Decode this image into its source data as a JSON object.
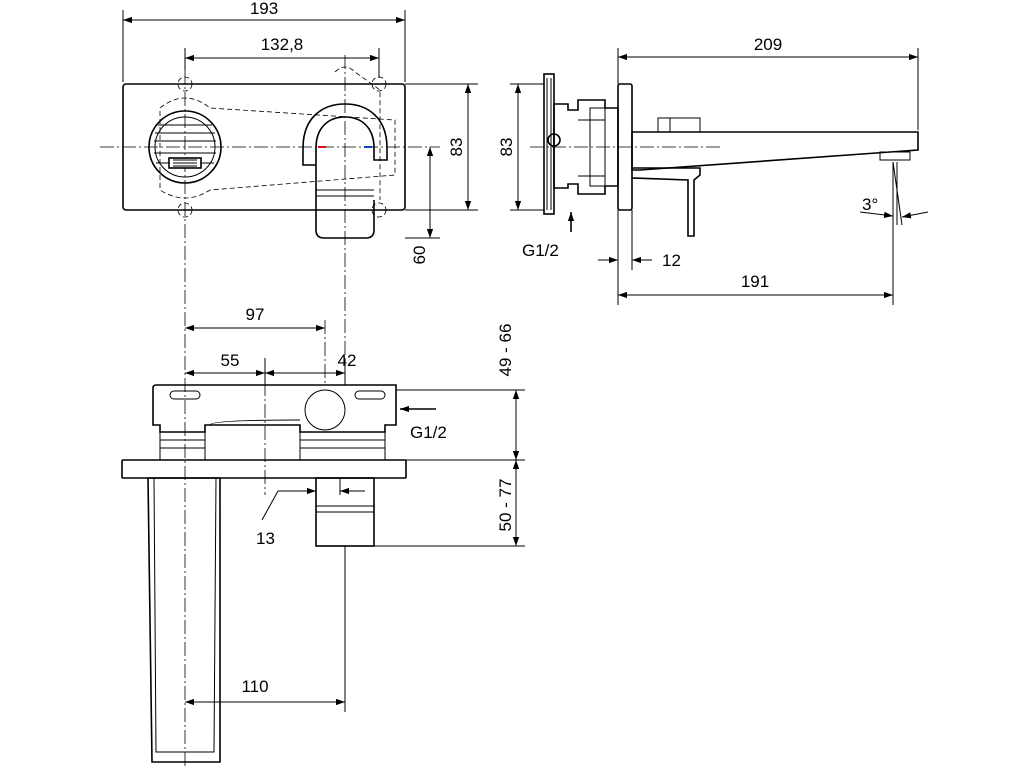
{
  "dimensions": {
    "front_width": "193",
    "holes_spacing": "132,8",
    "front_height": "83",
    "lever_height": "60",
    "side_plate_height": "83",
    "spout_length": "209",
    "spout_projection": "191",
    "wall_gap": "12",
    "angle": "3°",
    "thread_side": "G1/2",
    "thread_top": "G1/2",
    "axis_spacing": "97",
    "offset_left": "55",
    "offset_right": "42",
    "depth_range_upper": "49 - 66",
    "depth_range_lower": "50 - 77",
    "body_gap": "13",
    "spout_offset": "110"
  }
}
